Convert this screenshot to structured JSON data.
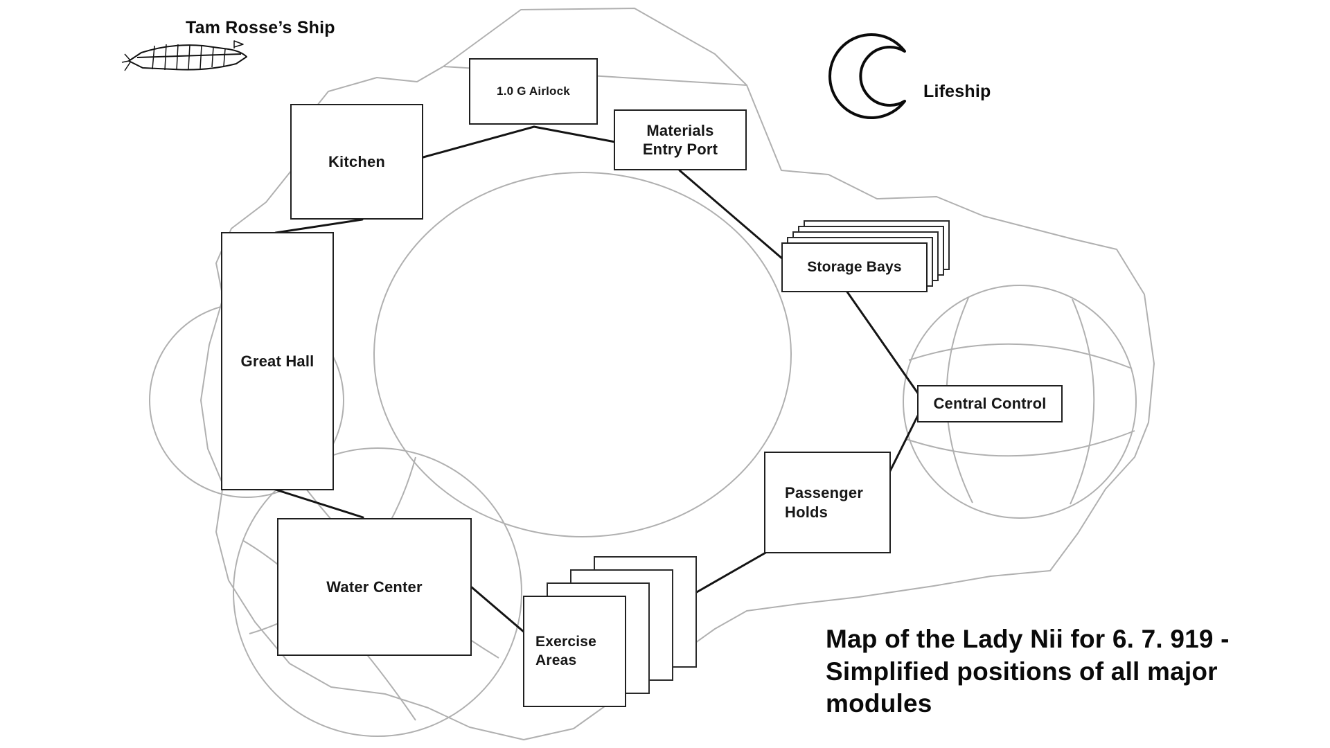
{
  "header": {
    "ship_label": "Tam Rosse’s Ship",
    "lifeship_label": "Lifeship"
  },
  "modules": {
    "airlock": "1.0 G Airlock",
    "kitchen": "Kitchen",
    "materials_entry": "Materials Entry Port",
    "great_hall": "Great Hall",
    "storage_bays": "Storage Bays",
    "central_control": "Central Control",
    "passenger_holds": "Passenger Holds",
    "water_center": "Water Center",
    "exercise_areas": "Exercise Areas"
  },
  "connections": [
    [
      "kitchen",
      "airlock"
    ],
    [
      "airlock",
      "materials_entry"
    ],
    [
      "materials_entry",
      "storage_bays"
    ],
    [
      "storage_bays",
      "central_control"
    ],
    [
      "central_control",
      "passenger_holds"
    ],
    [
      "passenger_holds",
      "exercise_areas"
    ],
    [
      "exercise_areas",
      "water_center"
    ],
    [
      "water_center",
      "great_hall"
    ],
    [
      "great_hall",
      "kitchen"
    ]
  ],
  "title": "Map of the Lady Nii for 6. 7. 919 -\nSimplified positions of all major\nmodules",
  "colors": {
    "background": "#ffffff",
    "outline_gray": "#b0b0b0",
    "connector_black": "#141414",
    "box_border": "#1f1f1f",
    "text": "#0a0a0a"
  }
}
